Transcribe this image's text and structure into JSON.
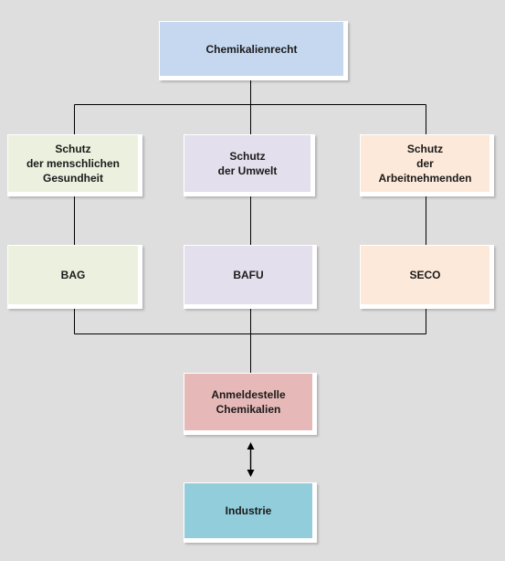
{
  "colors": {
    "background": "#dedede",
    "line": "#000000",
    "root": "#c5d8f0",
    "health": "#ebf1de",
    "environment": "#e4dfec",
    "workers": "#fde9d9",
    "agency_notification": "#e6b9b8",
    "industry": "#92cddc"
  },
  "diagram": {
    "root": {
      "label": "Chemikalienrecht"
    },
    "protection": [
      {
        "label": "Schutz\nder menschlichen\nGesundheit"
      },
      {
        "label": "Schutz\nder Umwelt"
      },
      {
        "label": "Schutz\nder\nArbeitnehmenden"
      }
    ],
    "agencies": [
      {
        "label": "BAG"
      },
      {
        "label": "BAFU"
      },
      {
        "label": "SECO"
      }
    ],
    "notification": {
      "label": "Anmeldestelle\nChemikalien"
    },
    "industry": {
      "label": "Industrie"
    }
  }
}
